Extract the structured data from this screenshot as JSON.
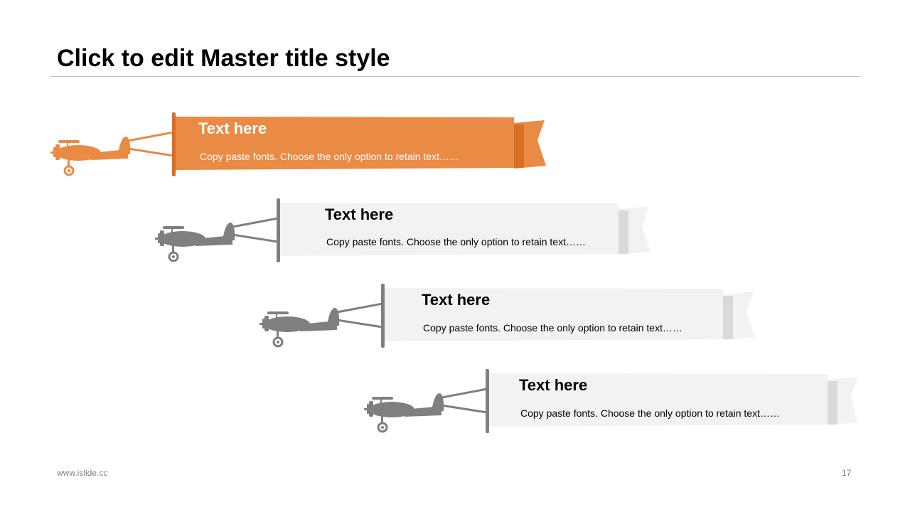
{
  "slide": {
    "title": "Click to edit Master title style",
    "footer_left": "www.islide.cc",
    "page_number": "17"
  },
  "colors": {
    "accent": "#e98a45",
    "accent_dark": "#d86f24",
    "gray_plane": "#7f7f7f",
    "banner_light": "#f2f2f2",
    "banner_fold": "#d9d9d9"
  },
  "banners": [
    {
      "heading": "Text here",
      "body": "Copy paste fonts. Choose the only option to retain text……",
      "highlighted": true
    },
    {
      "heading": "Text here",
      "body": "Copy paste fonts. Choose the only option to retain text……",
      "highlighted": false
    },
    {
      "heading": "Text here",
      "body": "Copy paste fonts. Choose the only option to retain text……",
      "highlighted": false
    },
    {
      "heading": "Text here",
      "body": "Copy paste fonts. Choose the only option to retain text……",
      "highlighted": false
    }
  ]
}
